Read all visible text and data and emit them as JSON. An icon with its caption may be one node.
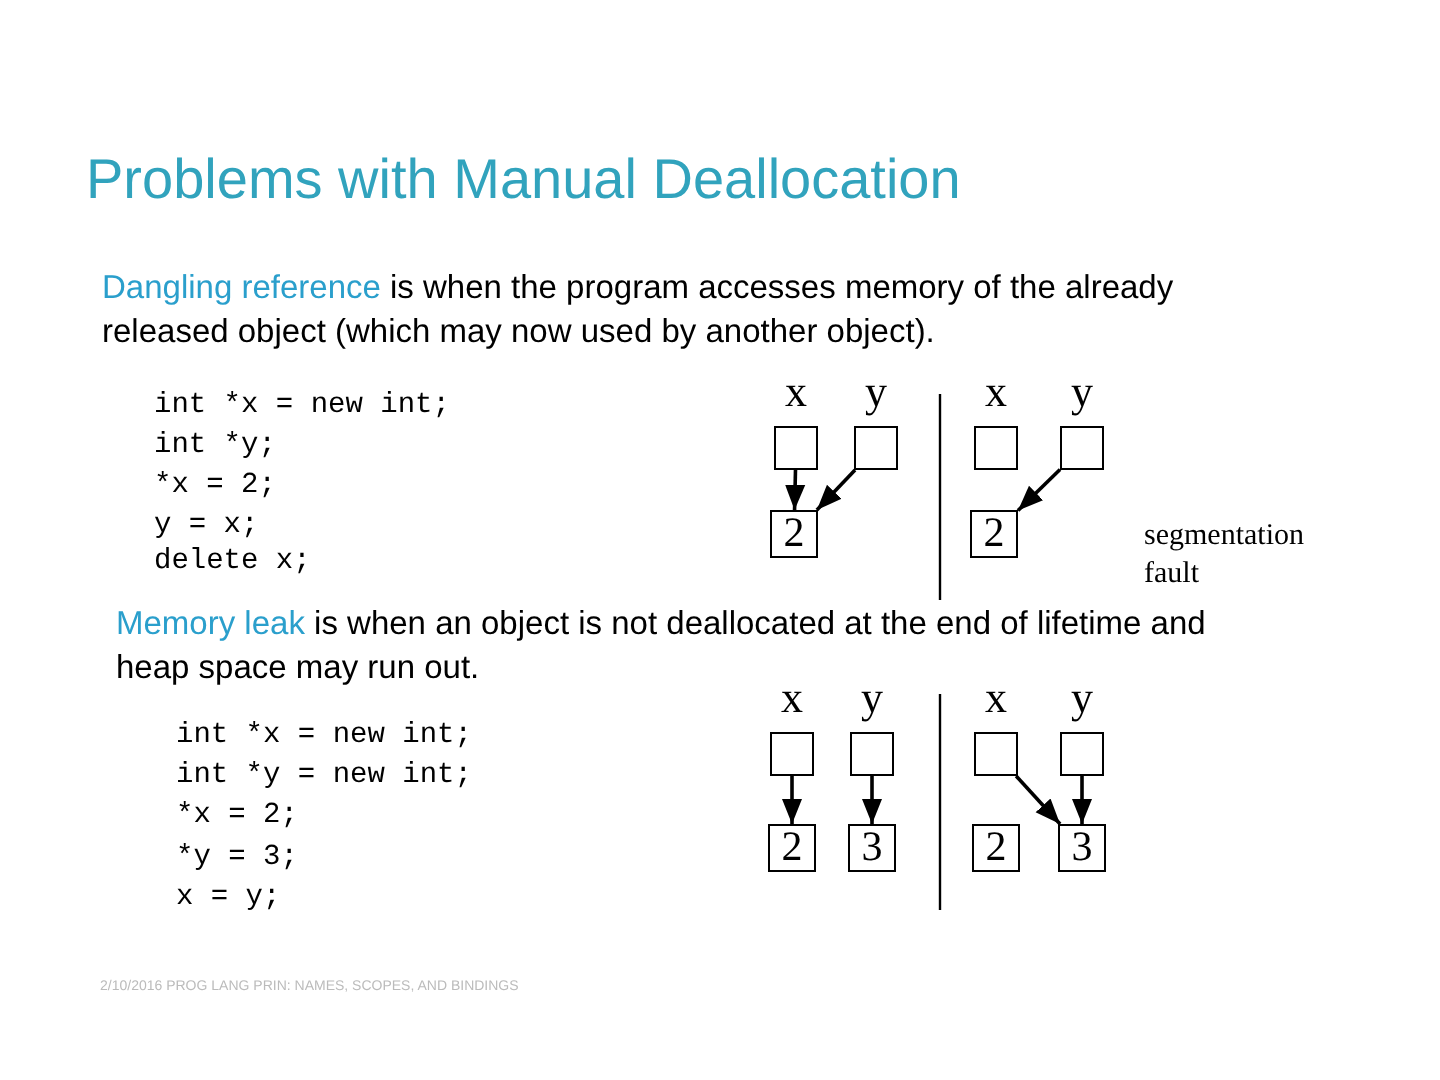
{
  "diagram": {
    "title": "Problems with Manual Deallocation",
    "nodes": [
      {
        "text": [],
        "shape": "box",
        "beside": [
          "x"
        ]
      },
      {
        "text": [],
        "shape": "box",
        "beside": [
          "y"
        ]
      },
      {
        "text": [
          "2"
        ]
      },
      {
        "text": [],
        "shape": "box",
        "beside": [
          "x"
        ]
      },
      {
        "text": [],
        "shape": "box",
        "beside": [
          "y"
        ]
      },
      {
        "text": [
          "2"
        ]
      },
      {
        "text": [],
        "shape": "box",
        "beside": [
          "x"
        ]
      },
      {
        "text": [],
        "shape": "box",
        "beside": [
          "y"
        ]
      },
      {
        "text": [
          "2"
        ]
      },
      {
        "text": [
          "3"
        ]
      },
      {
        "text": [],
        "shape": "box",
        "beside": [
          "x"
        ]
      },
      {
        "text": [],
        "shape": "box",
        "beside": [
          "y"
        ]
      },
      {
        "text": [
          "2"
        ]
      },
      {
        "text": [
          "3"
        ]
      }
    ],
    "edges": [
      {
        "from": 0,
        "to": 2,
        "arrow": "to"
      },
      {
        "from": 1,
        "to": 2,
        "arrow": "to"
      },
      {
        "from": 4,
        "to": 5,
        "arrow": "to"
      },
      {
        "from": 6,
        "to": 8,
        "arrow": "to"
      },
      {
        "from": 7,
        "to": 9,
        "arrow": "to"
      },
      {
        "from": 10,
        "to": 13,
        "arrow": "to"
      },
      {
        "from": 11,
        "to": 13,
        "arrow": "to"
      }
    ],
    "labels": [
      "**Dangling reference** is when the program accesses memory of the already released  object (which may now used by another object).",
      "int *x = new int;",
      "int *y;",
      "*x = 2;",
      "y = x;",
      "delete x;",
      "segmentation fault",
      "**Memory leak** is when an object is not deallocated at the end of lifetime and heap space may run out.",
      "int *x = new int;",
      "int *y = new int;",
      "*x = 2;",
      "*y = 3;",
      "x = y;",
      "2/10/2016 PROG LANG PRIN: NAMES, SCOPES, AND BINDINGS"
    ]
  }
}
